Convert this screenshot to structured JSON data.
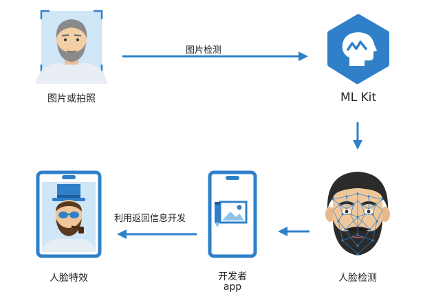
{
  "nodes": {
    "photo": {
      "label": "图片或拍照"
    },
    "mlkit": {
      "label": "ML Kit"
    },
    "detect": {
      "label": "人脸检测"
    },
    "app": {
      "label_line1": "开发者",
      "label_line2": "app"
    },
    "effect": {
      "label": "人脸特效"
    }
  },
  "edges": {
    "photo_to_mlkit": {
      "label": "图片检测"
    },
    "app_to_effect": {
      "label": "利用返回信息开发"
    }
  },
  "colors": {
    "blue": "#2f80c9",
    "light_blue": "#cfe6f7",
    "skin": "#f3cfa5",
    "hair_gray": "#8a8a8a",
    "dark": "#2b2b2b"
  }
}
